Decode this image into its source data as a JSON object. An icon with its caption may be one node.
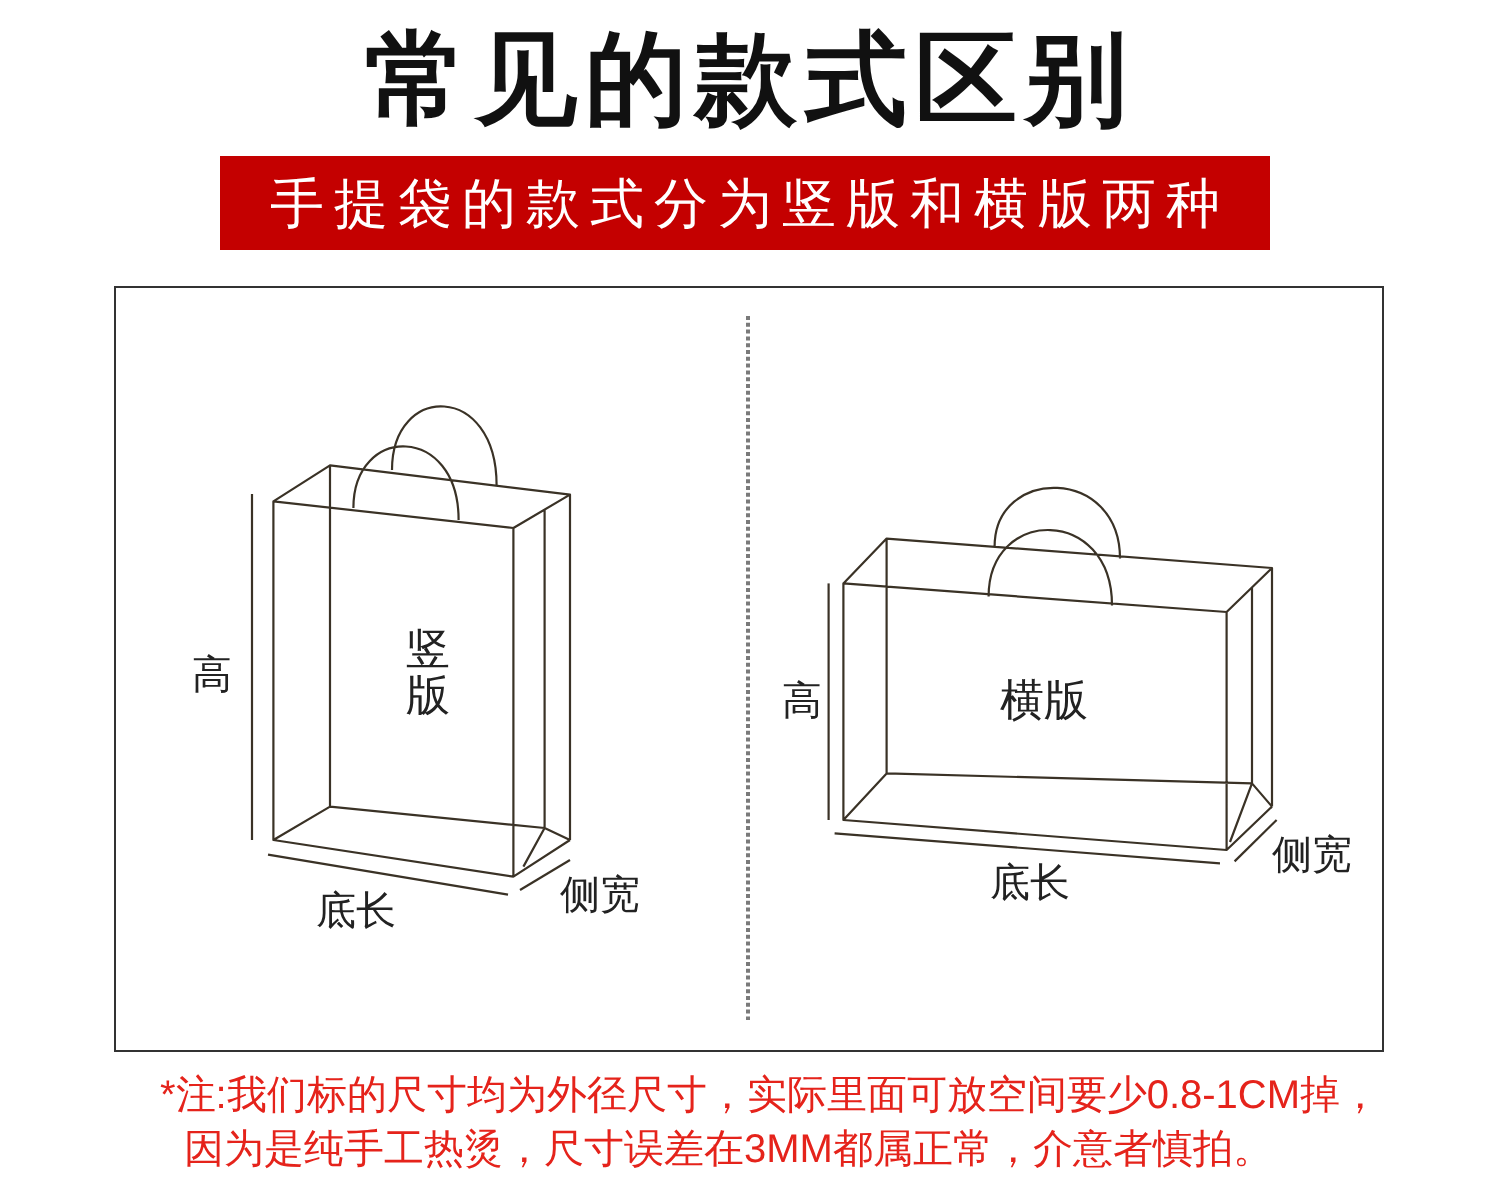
{
  "diagram": {
    "title": "常见的款式区别",
    "nodes": [
      {
        "text": [
          "手提袋的款式分为竖版和横版两种"
        ]
      },
      {
        "text": [
          "竖版"
        ]
      },
      {
        "text": [
          "横版"
        ]
      }
    ],
    "labels": [
      "高",
      "底长",
      "侧宽",
      "高",
      "底长",
      "侧宽"
    ],
    "caption": "*注:我们标的尺寸均为外径尺寸，实际里面可放空间要少0.8-1CM掉，因为是纯手工热烫，尺寸误差在3MM都属正常，介意者慎拍。"
  }
}
